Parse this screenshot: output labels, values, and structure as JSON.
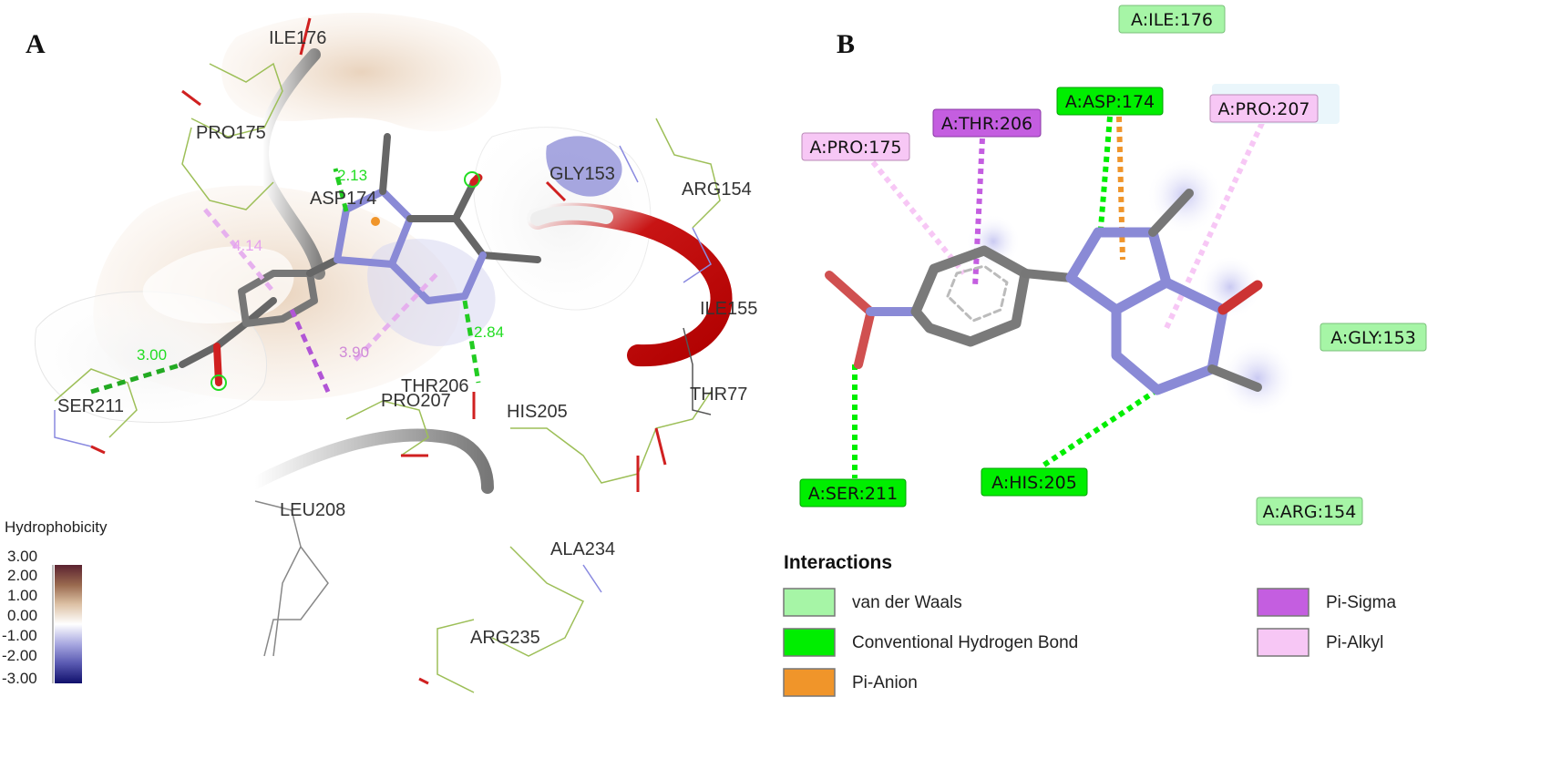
{
  "panel_a": {
    "label": "A",
    "residues": [
      "ILE176",
      "PRO175",
      "ASP174",
      "GLY153",
      "ARG154",
      "ILE155",
      "THR77",
      "HIS205",
      "THR206",
      "PRO207",
      "SER211",
      "LEU208",
      "ALA234",
      "ARG235"
    ],
    "distances": [
      "2.13",
      "4.14",
      "3.00",
      "3.90",
      "2.84"
    ],
    "scale": {
      "title": "Hydrophobicity",
      "ticks": [
        "3.00",
        "2.00",
        "1.00",
        "0.00",
        "-1.00",
        "-2.00",
        "-3.00"
      ]
    }
  },
  "panel_b": {
    "label": "B",
    "residues": [
      {
        "text": "A:ILE:176",
        "type": "vdw"
      },
      {
        "text": "A:ASP:174",
        "type": "hbond"
      },
      {
        "text": "A:THR:206",
        "type": "pisigma"
      },
      {
        "text": "A:PRO:175",
        "type": "pialkyl"
      },
      {
        "text": "A:PRO:207",
        "type": "pialkyl"
      },
      {
        "text": "A:GLY:153",
        "type": "vdw"
      },
      {
        "text": "A:SER:211",
        "type": "hbond"
      },
      {
        "text": "A:HIS:205",
        "type": "hbond"
      },
      {
        "text": "A:ARG:154",
        "type": "vdw"
      }
    ],
    "legend": {
      "title": "Interactions",
      "items": [
        {
          "label": "van der Waals",
          "color": "#a6f5a6"
        },
        {
          "label": "Conventional Hydrogen Bond",
          "color": "#00ee00"
        },
        {
          "label": "Pi-Anion",
          "color": "#f0952a"
        },
        {
          "label": "Pi-Sigma",
          "color": "#c45ee0"
        },
        {
          "label": "Pi-Alkyl",
          "color": "#f7c7f5"
        }
      ]
    },
    "colors": {
      "vdw": "#a6f5a6",
      "hbond": "#00ee00",
      "pianion": "#f0952a",
      "pisigma": "#c45ee0",
      "pialkyl": "#f7c7f5"
    }
  }
}
